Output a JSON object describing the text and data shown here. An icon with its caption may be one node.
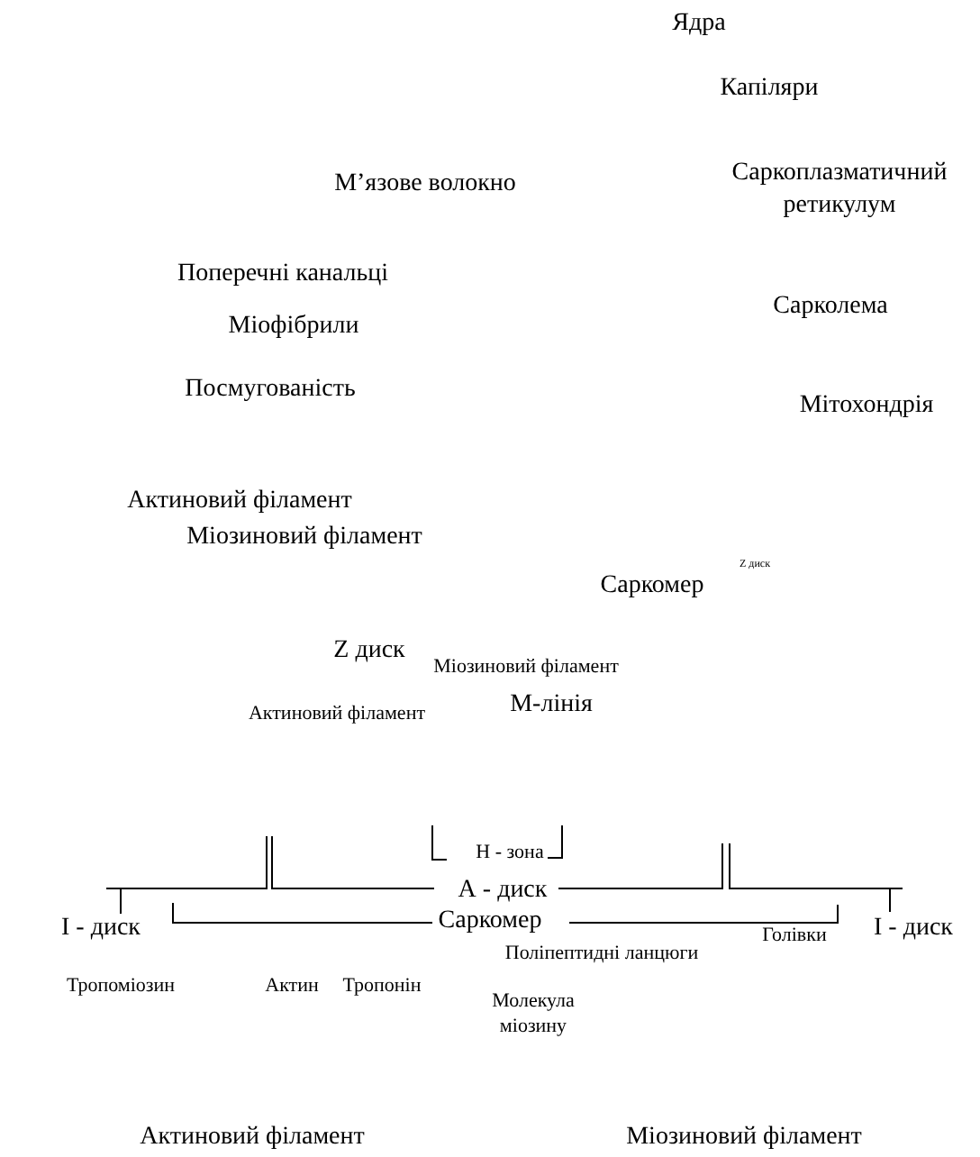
{
  "diagram": {
    "labels": [
      "Ядра",
      "Капіляри",
      "М’язове волокно",
      "Саркоплазматичний ретикулум",
      "Поперечні канальці",
      "Сарколема",
      "Міофібрили",
      "Посмугованість",
      "Мітохондрія",
      "Актиновий філамент",
      "Міозиновий філамент",
      "Саркомер",
      "Z диск",
      "Z диск",
      "Міозиновий філамент",
      "Актиновий філамент",
      "М-лінія",
      "Н - зона",
      "А - диск",
      "І - диск",
      "Саркомер",
      "Голівки",
      "І - диск",
      "Поліпептидні ланцюги",
      "Тропоміозин",
      "Актин",
      "Тропонін",
      "Молекула міозину",
      "Актиновий філамент",
      "Міозиновий філамент"
    ]
  }
}
